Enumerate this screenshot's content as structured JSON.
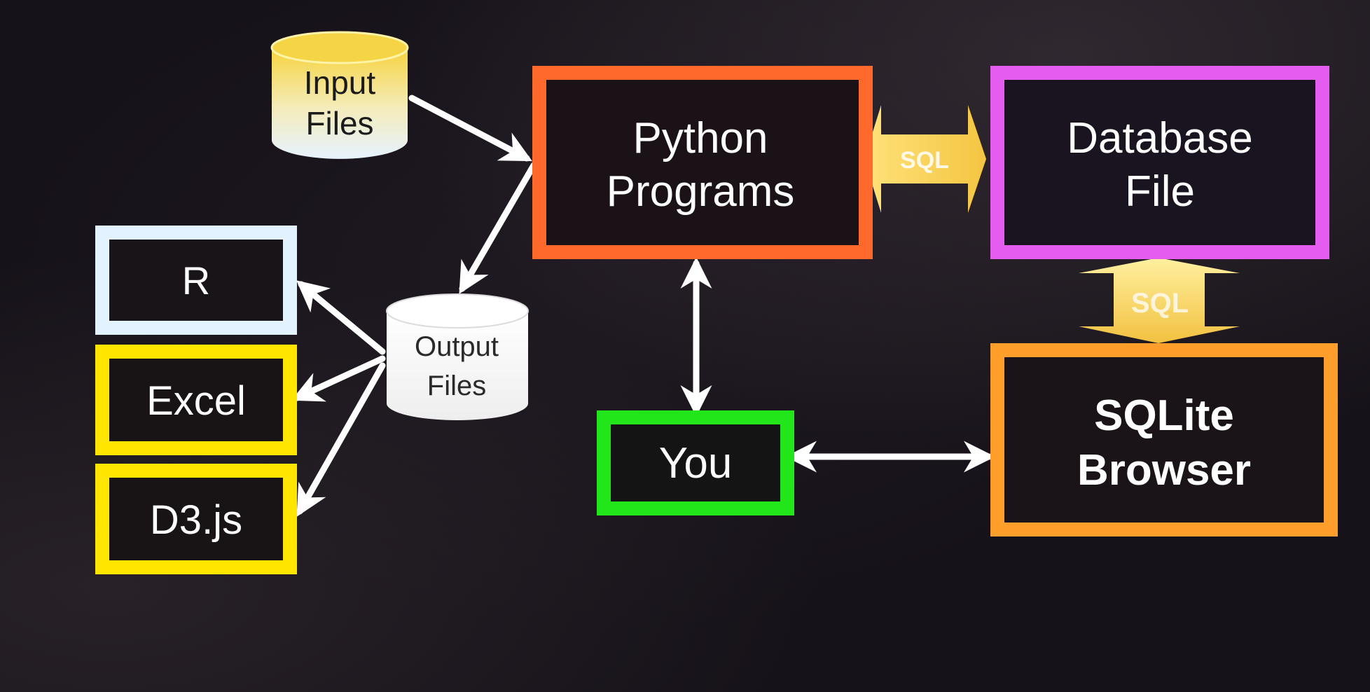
{
  "nodes": {
    "input_files": {
      "line1": "Input",
      "line2": "Files"
    },
    "output_files": {
      "line1": "Output",
      "line2": "Files"
    },
    "python_programs": {
      "line1": "Python",
      "line2": "Programs"
    },
    "database_file": {
      "line1": "Database",
      "line2": "File"
    },
    "r": {
      "label": "R"
    },
    "excel": {
      "label": "Excel"
    },
    "d3": {
      "label": "D3.js"
    },
    "you": {
      "label": "You"
    },
    "sqlite_browser": {
      "line1": "SQLite",
      "line2": "Browser"
    }
  },
  "edges": {
    "python_db_label": "SQL",
    "db_browser_label": "SQL"
  },
  "colors": {
    "python_border": "#ff6a2c",
    "database_border": "#e45cf0",
    "r_border": "#e3f2ff",
    "excel_border": "#ffe600",
    "d3_border": "#ffe600",
    "you_border": "#22e61a",
    "browser_border": "#ff9e2a",
    "sql_arrow": "#f7d25a",
    "arrow": "#ffffff"
  }
}
